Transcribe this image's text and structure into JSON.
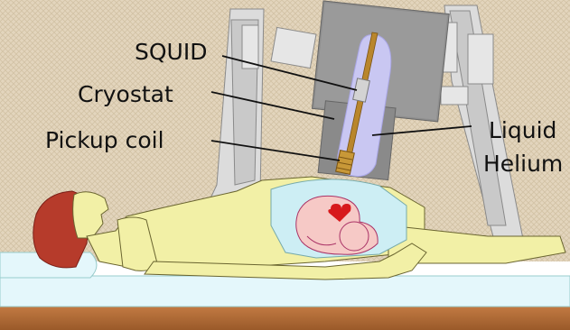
{
  "diagram": {
    "labels": {
      "squid": "SQUID",
      "cryostat": "Cryostat",
      "pickup_coil": "Pickup coil",
      "liquid_helium_line1": "Liquid",
      "liquid_helium_line2": "Helium"
    },
    "colors": {
      "wall": "#e3d5bd",
      "frame": "#d8d8d8",
      "cryostat_body": "#8f8f8f",
      "liquid_helium": "#c9c7f2",
      "coil": "#b9862c",
      "skin": "#f2f0a6",
      "hair": "#b63b2b",
      "womb": "#cdeef4",
      "fetus": "#f6c9c6",
      "heart": "#d7191c",
      "mattress": "#e4f7fb",
      "bed_base": "#b8703a"
    }
  }
}
